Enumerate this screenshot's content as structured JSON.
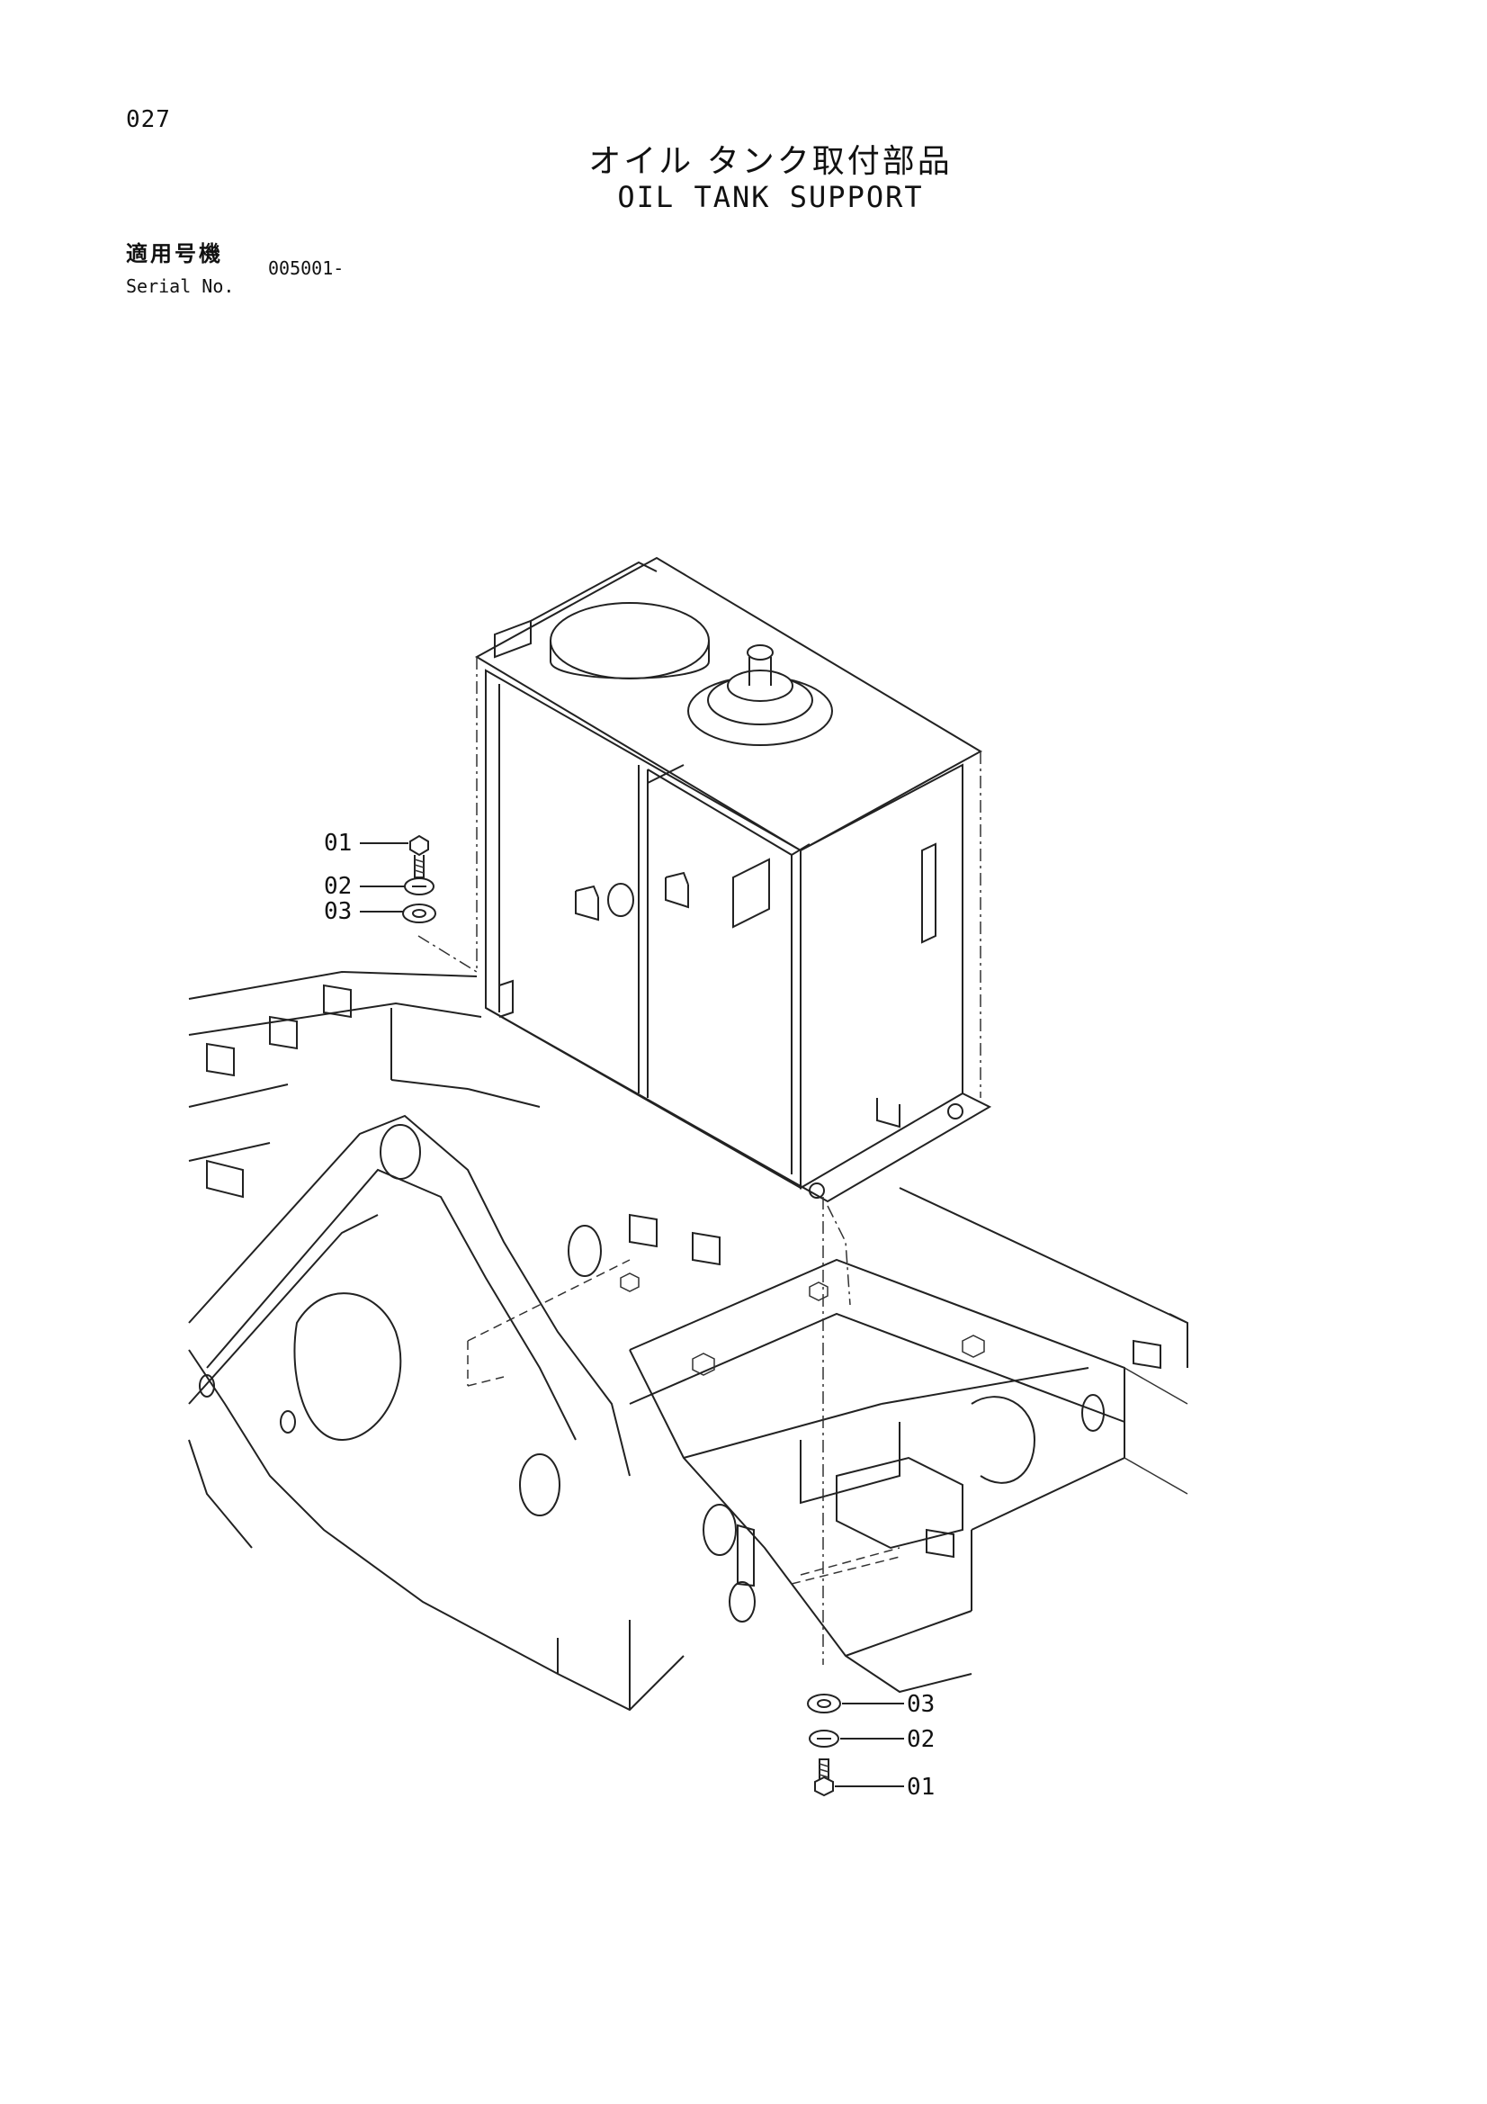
{
  "header": {
    "page_number": "027",
    "title_ja": "オイル タンク取付部品",
    "title_en": "OIL TANK SUPPORT"
  },
  "serial": {
    "label_ja": "適用号機",
    "label_en": "Serial No.",
    "value": "005001-"
  },
  "callouts": {
    "top": [
      "01",
      "02",
      "03"
    ],
    "bottom": [
      "03",
      "02",
      "01"
    ]
  }
}
